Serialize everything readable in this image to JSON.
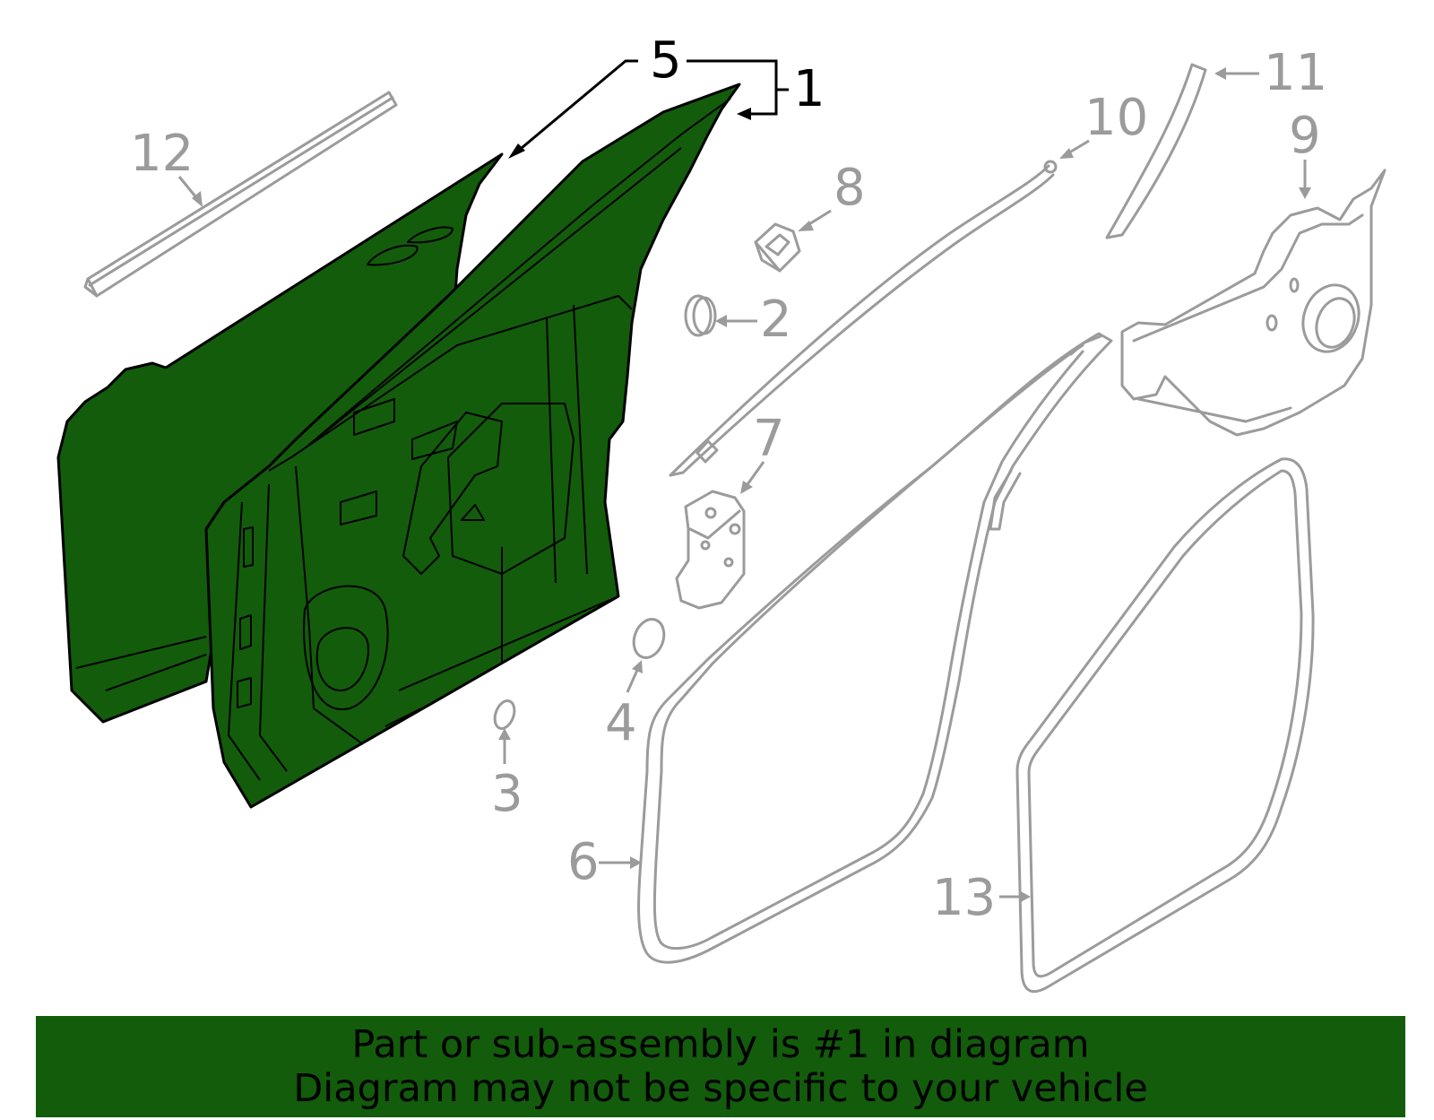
{
  "callouts": {
    "c1": "1",
    "c2": "2",
    "c3": "3",
    "c4": "4",
    "c5": "5",
    "c6": "6",
    "c7": "7",
    "c8": "8",
    "c9": "9",
    "c10": "10",
    "c11": "11",
    "c12": "12",
    "c13": "13"
  },
  "colors": {
    "highlight": "#125c0b",
    "part_outline": "#9b9b9b",
    "outline": "#000000"
  },
  "highlighted_callout": "1",
  "banner": {
    "line1": "Part or sub-assembly is #1 in diagram",
    "line2": "Diagram may not be specific to your vehicle"
  }
}
